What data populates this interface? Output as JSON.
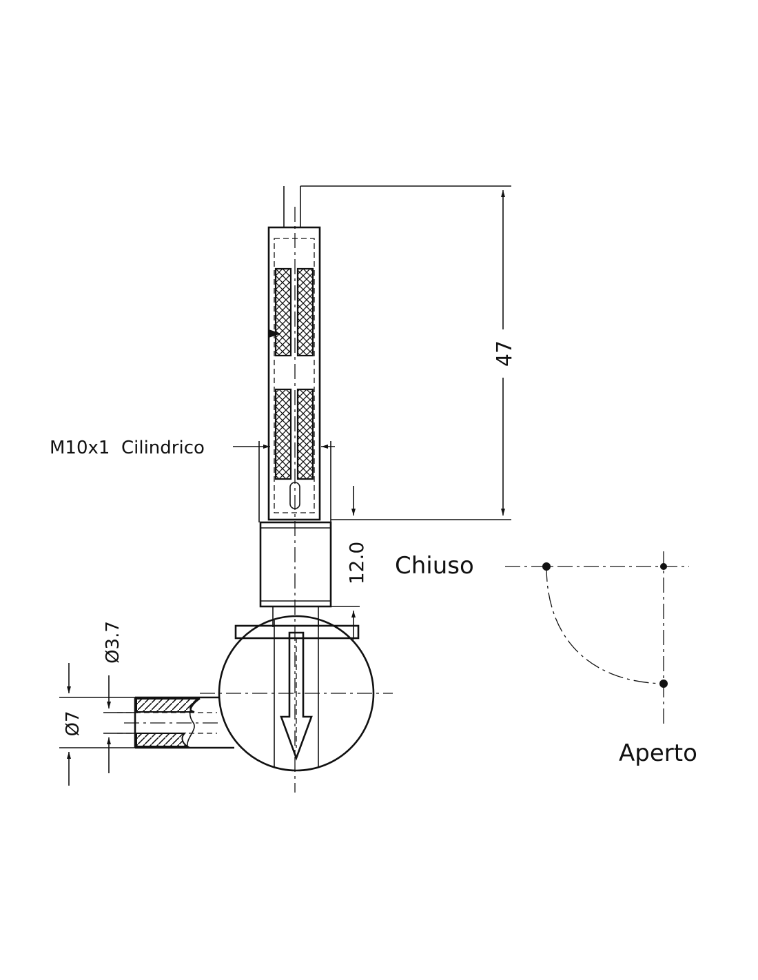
{
  "labels": {
    "thread": "M10x1  Cilindrico",
    "closed": "Chiuso",
    "open": "Aperto"
  },
  "dimensions": {
    "length": "47",
    "height": "12.0",
    "bore": "Ø3.7",
    "outer": "Ø7"
  }
}
